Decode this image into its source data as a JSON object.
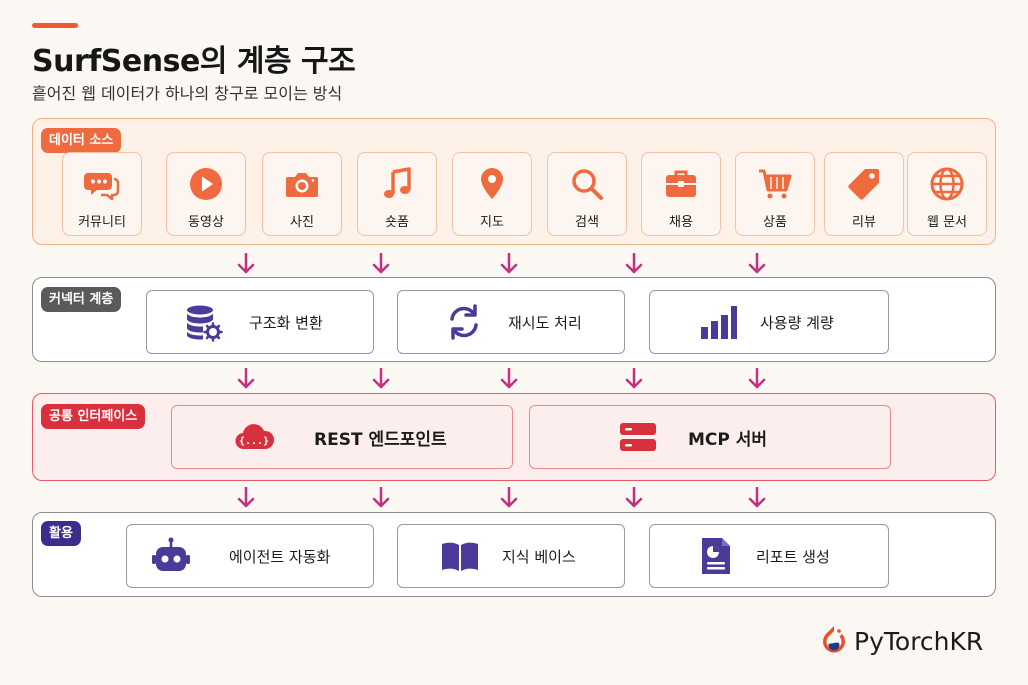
{
  "header": {
    "title": "SurfSense의 계층 구조",
    "subtitle": "흩어진 웹 데이터가 하나의 창구로 모이는 방식"
  },
  "layers": {
    "sources": {
      "tag": "데이터 소스",
      "items": [
        {
          "label": "커뮤니티",
          "icon": "chat-bubbles-icon"
        },
        {
          "label": "동영상",
          "icon": "play-icon"
        },
        {
          "label": "사진",
          "icon": "camera-icon"
        },
        {
          "label": "숏폼",
          "icon": "music-note-icon"
        },
        {
          "label": "지도",
          "icon": "map-pin-icon"
        },
        {
          "label": "검색",
          "icon": "search-icon"
        },
        {
          "label": "채용",
          "icon": "briefcase-icon"
        },
        {
          "label": "상품",
          "icon": "shopping-cart-icon"
        },
        {
          "label": "리뷰",
          "icon": "tag-icon"
        },
        {
          "label": "웹 문서",
          "icon": "globe-icon"
        }
      ]
    },
    "connector": {
      "tag": "커넥터 계층",
      "items": [
        {
          "label": "구조화 변환",
          "icon": "database-gear-icon"
        },
        {
          "label": "재시도 처리",
          "icon": "refresh-icon"
        },
        {
          "label": "사용량 계량",
          "icon": "bar-chart-icon"
        }
      ]
    },
    "common": {
      "tag": "공통 인터페이스",
      "items": [
        {
          "label": "REST 엔드포인트",
          "icon": "cloud-api-icon"
        },
        {
          "label": "MCP 서버",
          "icon": "server-icon"
        }
      ]
    },
    "use": {
      "tag": "활용",
      "items": [
        {
          "label": "에이전트 자동화",
          "icon": "robot-icon"
        },
        {
          "label": "지식 베이스",
          "icon": "book-icon"
        },
        {
          "label": "리포트 생성",
          "icon": "report-icon"
        }
      ]
    }
  },
  "brand": {
    "name": "PyTorchKR",
    "icon": "pytorch-flame-icon"
  },
  "colors": {
    "orange": "#ef6a3e",
    "red": "#d9303e",
    "purple": "#4b3a9a",
    "arrow": "#c2317e"
  }
}
